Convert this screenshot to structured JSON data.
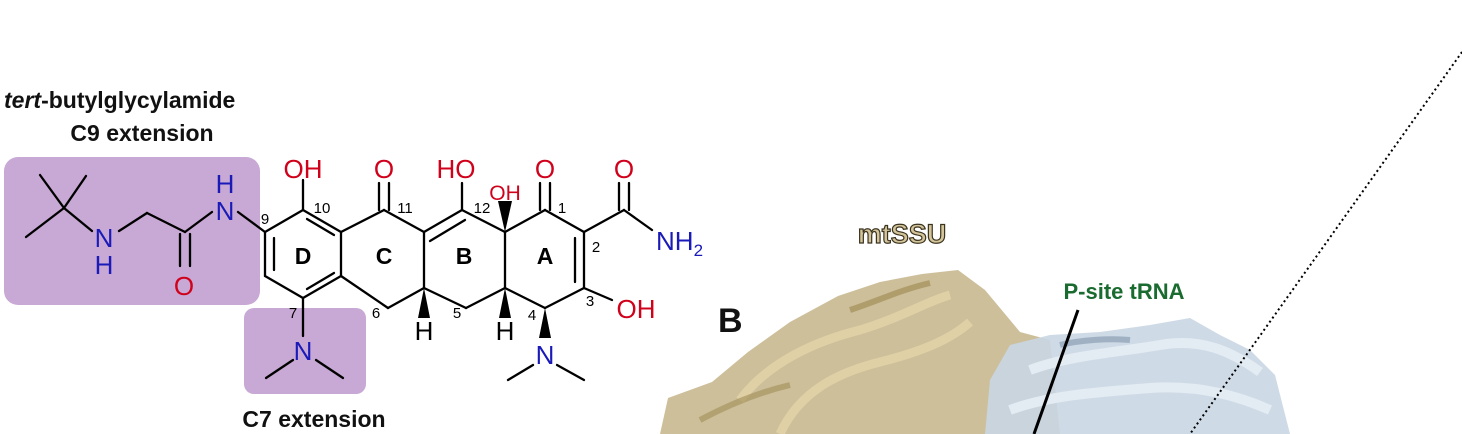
{
  "labels": {
    "c9_title_italic": "tert",
    "c9_title_rest": "-butylglycylamide",
    "c9_title_line2": "C9 extension",
    "c7_title": "C7 extension",
    "panel_b": "B",
    "mtssu": "mtSSU",
    "psite": "P-site tRNA"
  },
  "atoms": {
    "oh_top": "OH",
    "o_11": "O",
    "ho_12": "HO",
    "oh_12a": "OH",
    "o_1": "O",
    "o_amide": "O",
    "nh2": "NH",
    "nh2_sub": "2",
    "oh_3": "OH",
    "nh_h": "H",
    "nh_n": "N",
    "gly_n": "N",
    "gly_h": "H",
    "gly_o": "O",
    "c7_n": "N",
    "c4_n": "N",
    "h_5a": "H",
    "h_4a": "H"
  },
  "ring_labels": {
    "A": "A",
    "B": "B",
    "C": "C",
    "D": "D"
  },
  "locants": {
    "n1": "1",
    "n2": "2",
    "n3": "3",
    "n4": "4",
    "n5": "5",
    "n6": "6",
    "n7": "7",
    "n9": "9",
    "n10": "10",
    "n11": "11",
    "n12": "12"
  },
  "colors": {
    "oxygen": "#d0021b",
    "nitrogen": "#1a1ab8",
    "highlight": "#c8a8d4",
    "mtssu_fill": "#c6b48a",
    "trna_fill": "#c9d6e3",
    "psite_green": "#1a6b2f"
  }
}
